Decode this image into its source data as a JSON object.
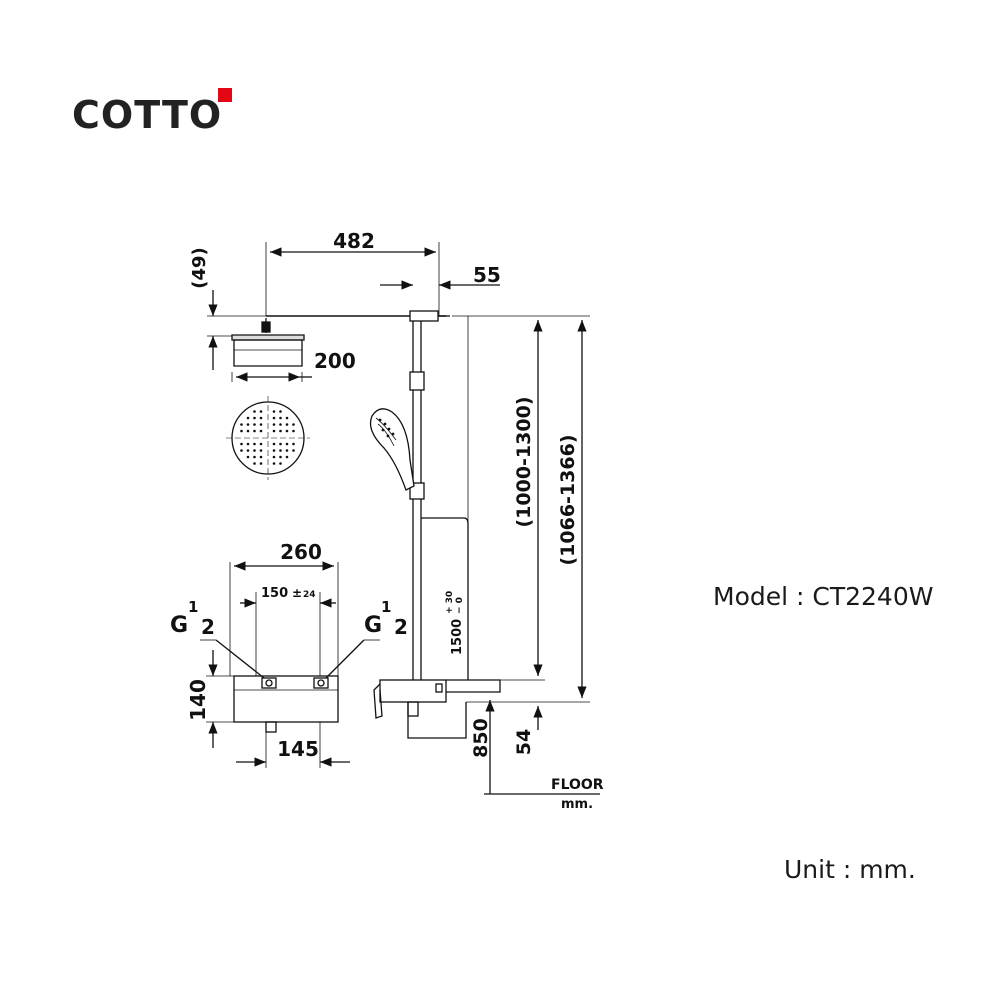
{
  "brand": {
    "name": "COTTO",
    "accent_color": "#e30613"
  },
  "model_label": "Model : CT2240W",
  "unit_label": "Unit : mm.",
  "dimensions": {
    "arm_length": "482",
    "head_thickness": "(49)",
    "arm_offset": "55",
    "head_diameter": "200",
    "valve_width": "260",
    "inlet_centers": "150",
    "inlet_tol_plus": "±",
    "inlet_tol_val": "24",
    "inlet_thread_left": "G",
    "inlet_thread_right": "G",
    "thread_frac_num": "1",
    "thread_frac_den": "2",
    "valve_height": "140",
    "valve_depth": "145",
    "install_height_main": "1500",
    "install_tol_plus": "+ 30",
    "install_tol_minus": "− 0",
    "rail_range": "(1000-1300)",
    "overall_range": "(1066-1366)",
    "valve_floor_height": "850",
    "valve_offset": "54",
    "floor_label": "FLOOR",
    "floor_unit": "mm."
  }
}
